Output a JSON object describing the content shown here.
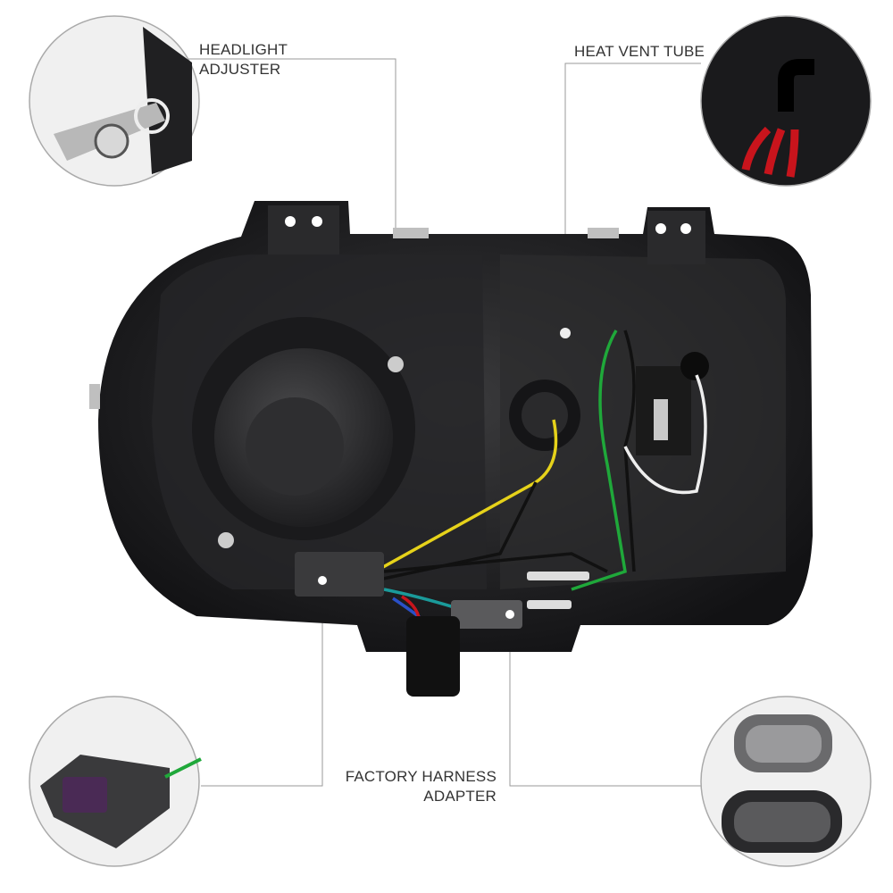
{
  "callouts": {
    "headlight_adjuster": {
      "line1": "HEADLIGHT",
      "line2": "ADJUSTER"
    },
    "heat_vent_tube": {
      "label": "HEAT VENT TUBE"
    },
    "factory_harness_adapter": {
      "line1": "FACTORY HARNESS",
      "line2": "ADAPTER"
    }
  },
  "colors": {
    "housing": "#1c1c1e",
    "callout_line": "#9a9a9a",
    "wire_green": "#1fa83a",
    "wire_yellow": "#e6d21a",
    "wire_red": "#c8141c",
    "wire_blue": "#2a50c8"
  }
}
